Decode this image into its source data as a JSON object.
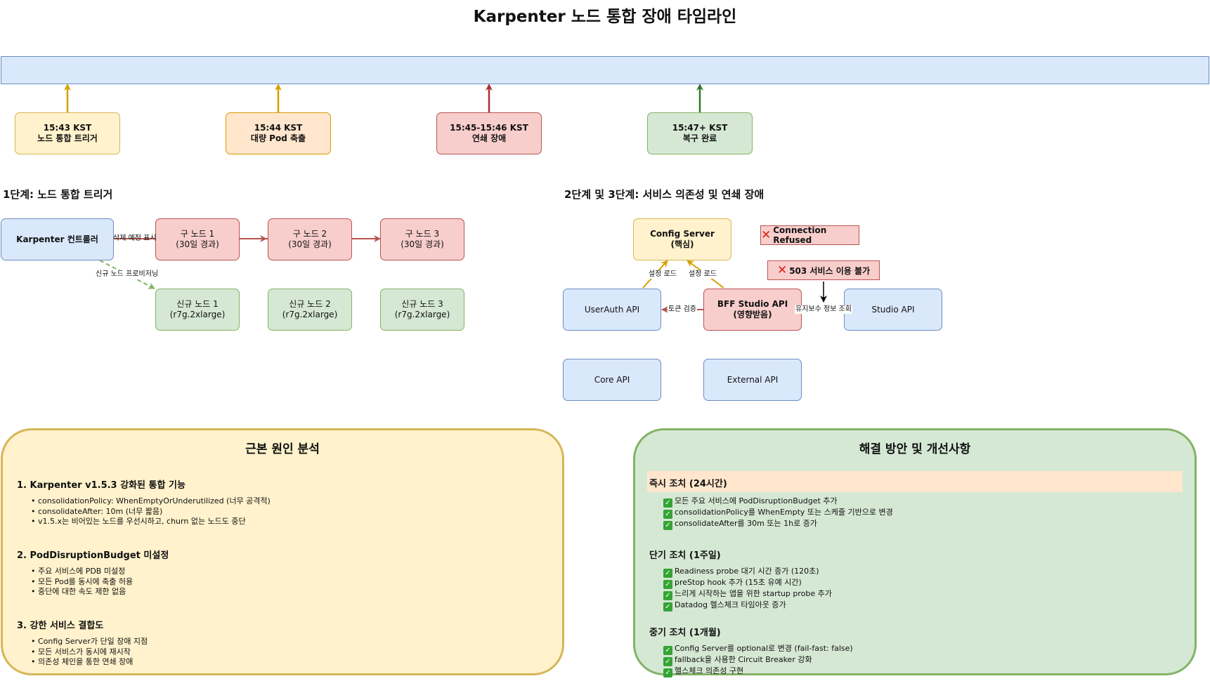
{
  "title": "Karpenter 노드 통합 장애 타임라인",
  "timeline": [
    {
      "time": "15:43 KST",
      "label": "노드 통합 트리거"
    },
    {
      "time": "15:44 KST",
      "label": "대량 Pod 축출"
    },
    {
      "time": "15:45-15:46 KST",
      "label": "연쇄 장애"
    },
    {
      "time": "15:47+ KST",
      "label": "복구 완료"
    }
  ],
  "colors": {
    "timeline_bar": "#dae8fc",
    "arrow_yellow": "#d6a000",
    "arrow_red": "#ab2f2f",
    "arrow_green": "#2d7a2d",
    "edge_red": "#b85450",
    "edge_green": "#82b366"
  },
  "stage1": {
    "title": "1단계: 노드 통합 트리거",
    "controller": "Karpenter 컨트롤러",
    "old_nodes": [
      {
        "name": "구 노드 1",
        "detail": "(30일 경과)"
      },
      {
        "name": "구 노드 2",
        "detail": "(30일 경과)"
      },
      {
        "name": "구 노드 3",
        "detail": "(30일 경과)"
      }
    ],
    "new_nodes": [
      {
        "name": "신규 노드 1",
        "detail": "(r7g.2xlarge)"
      },
      {
        "name": "신규 노드 2",
        "detail": "(r7g.2xlarge)"
      },
      {
        "name": "신규 노드 3",
        "detail": "(r7g.2xlarge)"
      }
    ],
    "mark_label": "삭제 예정 표시",
    "provision_label": "신규 노드 프로비저닝"
  },
  "stage23": {
    "title": "2단계 및 3단계: 서비스 의존성 및 연쇄 장애",
    "config_server": {
      "name": "Config Server",
      "detail": "(핵심)"
    },
    "userauth": "UserAuth API",
    "bff": {
      "name": "BFF Studio API",
      "detail": "(영향받음)"
    },
    "studio": "Studio API",
    "core": "Core API",
    "external": "External API",
    "config_load_label_1": "설정 로드",
    "config_load_label_2": "설정 로드",
    "token_label": "토큰 검증",
    "maintenance_label": "유지보수 정보 조회",
    "error_connection": "Connection Refused",
    "error_503": "503 서비스 이용 불가"
  },
  "root_cause": {
    "title": "근본 원인 분석",
    "sections": [
      {
        "heading": "1. Karpenter v1.5.3 강화된 통합 기능",
        "items": [
          "• consolidationPolicy: WhenEmptyOrUnderutilized (너무 공격적)",
          "• consolidateAfter: 10m (너무 짧음)",
          "• v1.5.x는 비어있는 노드를 우선시하고, churn 없는 노드도 중단"
        ]
      },
      {
        "heading": "2. PodDisruptionBudget 미설정",
        "items": [
          "• 주요 서비스에 PDB 미설정",
          "• 모든 Pod를 동시에 축출 허용",
          "• 중단에 대한 속도 제한 없음"
        ]
      },
      {
        "heading": "3. 강한 서비스 결합도",
        "items": [
          "• Config Server가 단일 장애 지점",
          "• 모든 서비스가 동시에 재시작",
          "• 의존성 체인을 통한 연쇄 장애"
        ]
      }
    ]
  },
  "solutions": {
    "title": "해결 방안 및 개선사항",
    "sections": [
      {
        "heading": "즉시 조치 (24시간)",
        "items": [
          "모든 주요 서비스에 PodDisruptionBudget 추가",
          "consolidationPolicy를 WhenEmpty 또는 스케줄 기반으로 변경",
          "consolidateAfter를 30m 또는 1h로 증가"
        ]
      },
      {
        "heading": "단기 조치 (1주일)",
        "items": [
          "Readiness probe 대기 시간 증가 (120초)",
          "preStop hook 추가 (15초 유예 시간)",
          "느리게 시작하는 앱을 위한 startup probe 추가",
          "Datadog 헬스체크 타임아웃 증가"
        ]
      },
      {
        "heading": "중기 조치 (1개월)",
        "items": [
          "Config Server를 optional로 변경 (fail-fast: false)",
          "fallback을 사용한 Circuit Breaker 강화",
          "헬스체크 의존성 구현"
        ]
      }
    ]
  }
}
